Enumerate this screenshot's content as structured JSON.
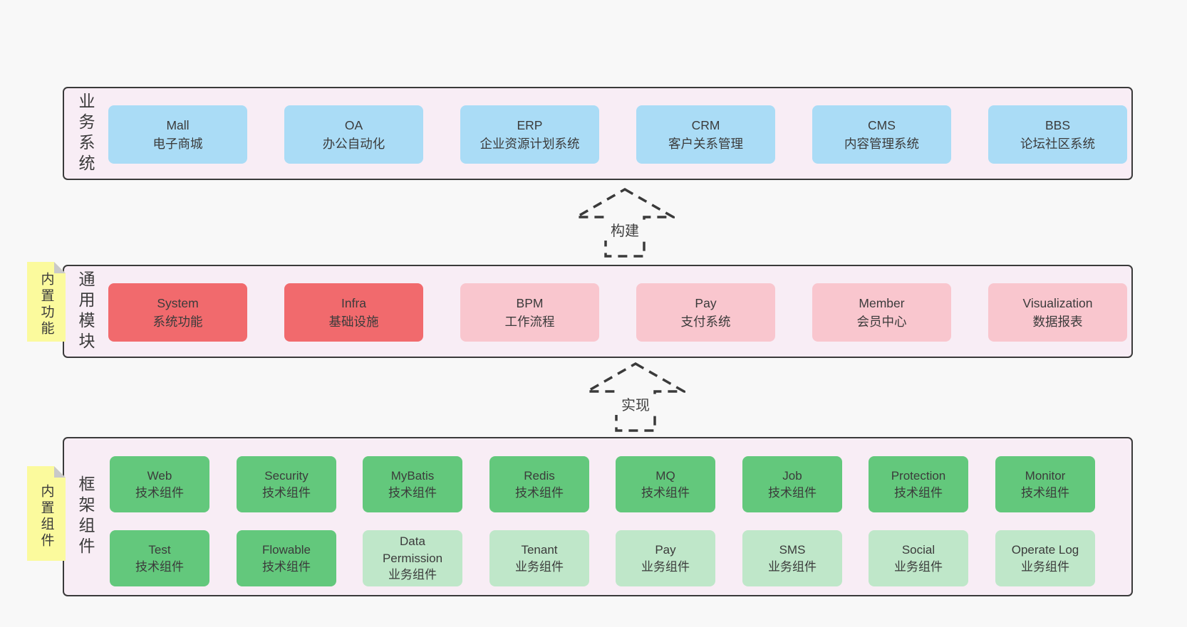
{
  "diagram": {
    "colors": {
      "page_bg": "#f8f8f8",
      "panel_bg": "#f8edf5",
      "panel_border": "#3a3a3a",
      "blue": "#aadcf6",
      "red": "#f16a6d",
      "pink": "#f9c6ce",
      "green": "#63c87c",
      "light_green": "#bfe7c9",
      "note_yellow": "#fbfa9d",
      "note_fold_gray": "#c9c9c9",
      "text": "#3b3b3b"
    },
    "arrows": [
      {
        "label": "构建"
      },
      {
        "label": "实现"
      }
    ],
    "layers": [
      {
        "label": "业务系统",
        "boxes": [
          {
            "title": "Mall",
            "subtitle": "电子商城"
          },
          {
            "title": "OA",
            "subtitle": "办公自动化"
          },
          {
            "title": "ERP",
            "subtitle": "企业资源计划系统"
          },
          {
            "title": "CRM",
            "subtitle": "客户关系管理"
          },
          {
            "title": "CMS",
            "subtitle": "内容管理系统"
          },
          {
            "title": "BBS",
            "subtitle": "论坛社区系统"
          }
        ]
      },
      {
        "label": "通用模块",
        "note": "内置功能",
        "boxes": [
          {
            "title": "System",
            "subtitle": "系统功能"
          },
          {
            "title": "Infra",
            "subtitle": "基础设施"
          },
          {
            "title": "BPM",
            "subtitle": "工作流程"
          },
          {
            "title": "Pay",
            "subtitle": "支付系统"
          },
          {
            "title": "Member",
            "subtitle": "会员中心"
          },
          {
            "title": "Visualization",
            "subtitle": "数据报表"
          }
        ]
      },
      {
        "label": "框架组件",
        "note": "内置组件",
        "rows": [
          [
            {
              "title": "Web",
              "subtitle": "技术组件"
            },
            {
              "title": "Security",
              "subtitle": "技术组件"
            },
            {
              "title": "MyBatis",
              "subtitle": "技术组件"
            },
            {
              "title": "Redis",
              "subtitle": "技术组件"
            },
            {
              "title": "MQ",
              "subtitle": "技术组件"
            },
            {
              "title": "Job",
              "subtitle": "技术组件"
            },
            {
              "title": "Protection",
              "subtitle": "技术组件"
            },
            {
              "title": "Monitor",
              "subtitle": "技术组件"
            }
          ],
          [
            {
              "title": "Test",
              "subtitle": "技术组件"
            },
            {
              "title": "Flowable",
              "subtitle": "技术组件"
            },
            {
              "title": "Data Permission",
              "subtitle": "业务组件"
            },
            {
              "title": "Tenant",
              "subtitle": "业务组件"
            },
            {
              "title": "Pay",
              "subtitle": "业务组件"
            },
            {
              "title": "SMS",
              "subtitle": "业务组件"
            },
            {
              "title": "Social",
              "subtitle": "业务组件"
            },
            {
              "title": "Operate Log",
              "subtitle": "业务组件"
            }
          ]
        ]
      }
    ]
  }
}
